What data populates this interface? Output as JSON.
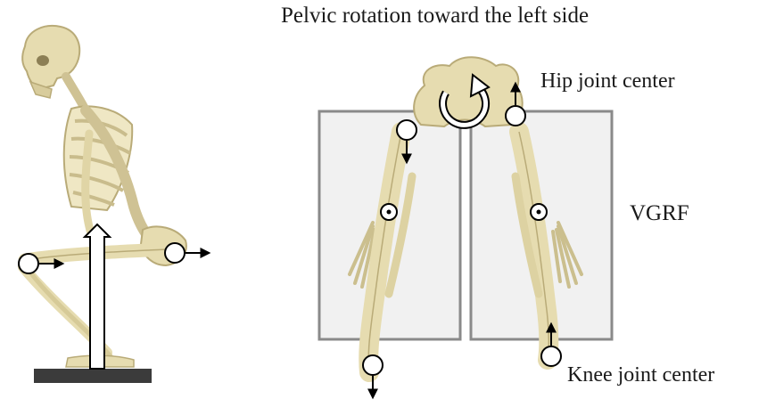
{
  "labels": {
    "title": "Pelvic rotation toward the left side",
    "hip_joint_center": "Hip joint center",
    "vgrf": "VGRF",
    "knee_joint_center": "Knee joint center"
  },
  "colors": {
    "bone": "#e6dcb0",
    "bone_shade": "#b9ab78",
    "plate": "#3b3b3b",
    "panel_fill": "#f1f1f1",
    "panel_stroke": "#8a8a8a",
    "marker_stroke": "#000000",
    "text": "#1a1a1a"
  }
}
